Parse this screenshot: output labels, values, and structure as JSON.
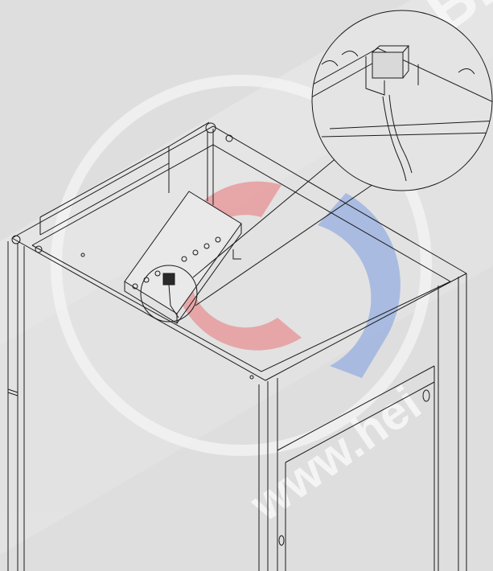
{
  "image": {
    "subject": "cabinet-assembly-drawing",
    "colors": {
      "background": "#dedede",
      "line": "#1a1a1a",
      "panel_fill": "#e4e4e4",
      "watermark_red": "#e8898c",
      "watermark_blue": "#8fa9e0",
      "watermark_band": "#e9e9e9"
    }
  },
  "watermark": {
    "brand_text": "HEI BLO",
    "url_text": "www.hei"
  },
  "callout": {
    "kind": "magnified-detail",
    "target": "power-plug-on-junction-box"
  }
}
